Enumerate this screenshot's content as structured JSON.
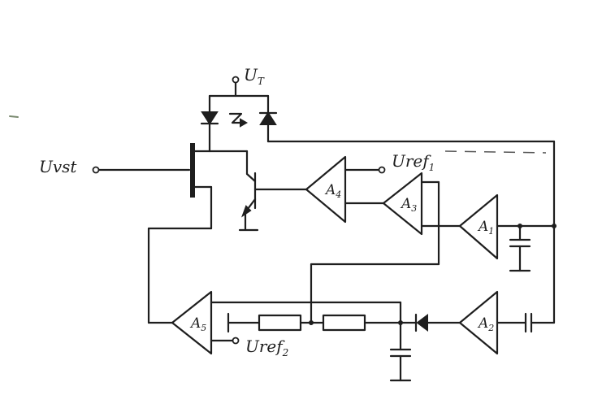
{
  "labels": {
    "input": {
      "main": "Uvst",
      "sub": ""
    },
    "supply": {
      "main": "U",
      "sub": "T"
    },
    "ref1": {
      "main": "Uref",
      "sub": "1"
    },
    "ref2": {
      "main": "Uref",
      "sub": "2"
    }
  },
  "amplifiers": [
    {
      "id": "a1",
      "main": "A",
      "sub": "1"
    },
    {
      "id": "a2",
      "main": "A",
      "sub": "2"
    },
    {
      "id": "a3",
      "main": "A",
      "sub": "3"
    },
    {
      "id": "a4",
      "main": "A",
      "sub": "4"
    },
    {
      "id": "a5",
      "main": "A",
      "sub": "5"
    }
  ],
  "colors": {
    "ink": "#1e1e1e",
    "paper": "#ffffff"
  }
}
